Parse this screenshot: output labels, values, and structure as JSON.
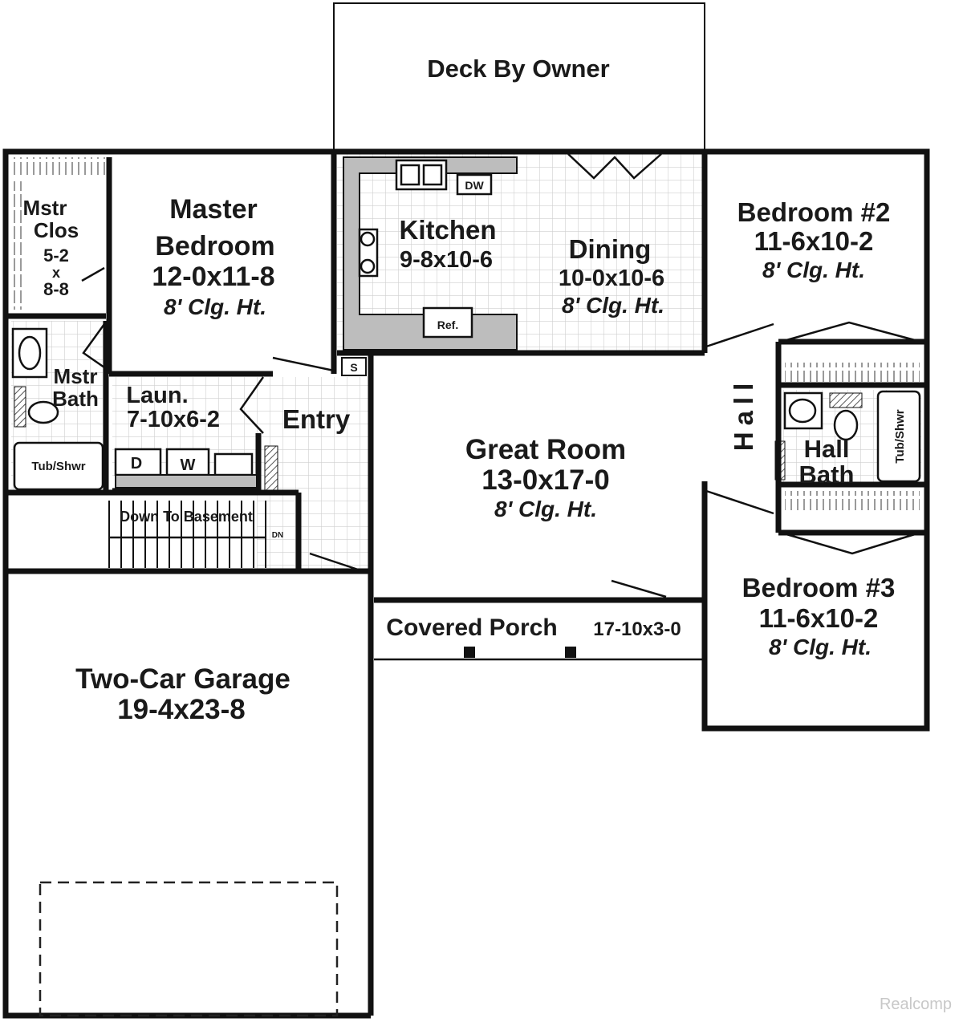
{
  "watermark": "Realcomp",
  "colors": {
    "wall": "#111111",
    "tile": "#cfcfcf",
    "counter": "#bdbdbd",
    "background": "#ffffff"
  },
  "rooms": {
    "deck": {
      "name": "Deck By Owner"
    },
    "mstr_clos": {
      "name1": "Mstr",
      "name2": "Clos",
      "dim1": "5-2",
      "dim2": "x",
      "dim3": "8-8"
    },
    "master_bedroom": {
      "name1": "Master",
      "name2": "Bedroom",
      "dims": "12-0x11-8",
      "ceiling": "8' Clg. Ht."
    },
    "kitchen": {
      "name": "Kitchen",
      "dims": "9-8x10-6",
      "dw": "DW",
      "ref": "Ref."
    },
    "dining": {
      "name": "Dining",
      "dims": "10-0x10-6",
      "ceiling": "8' Clg. Ht."
    },
    "bedroom2": {
      "name": "Bedroom #2",
      "dims": "11-6x10-2",
      "ceiling": "8' Clg. Ht."
    },
    "mstr_bath": {
      "name1": "Mstr",
      "name2": "Bath",
      "tub": "Tub/Shwr"
    },
    "laundry": {
      "name": "Laun.",
      "dims": "7-10x6-2",
      "dryer": "D",
      "washer": "W"
    },
    "entry": {
      "name": "Entry",
      "s": "S"
    },
    "great_room": {
      "name": "Great Room",
      "dims": "13-0x17-0",
      "ceiling": "8' Clg. Ht."
    },
    "hall": {
      "name": "Hall"
    },
    "hall_bath": {
      "name1": "Hall",
      "name2": "Bath",
      "tub": "Tub/Shwr"
    },
    "stairs": {
      "name": "Down To Basement",
      "dn": "DN"
    },
    "bedroom3": {
      "name": "Bedroom #3",
      "dims": "11-6x10-2",
      "ceiling": "8' Clg. Ht."
    },
    "porch": {
      "name": "Covered Porch",
      "dims": "17-10x3-0"
    },
    "garage": {
      "name": "Two-Car Garage",
      "dims": "19-4x23-8"
    }
  }
}
